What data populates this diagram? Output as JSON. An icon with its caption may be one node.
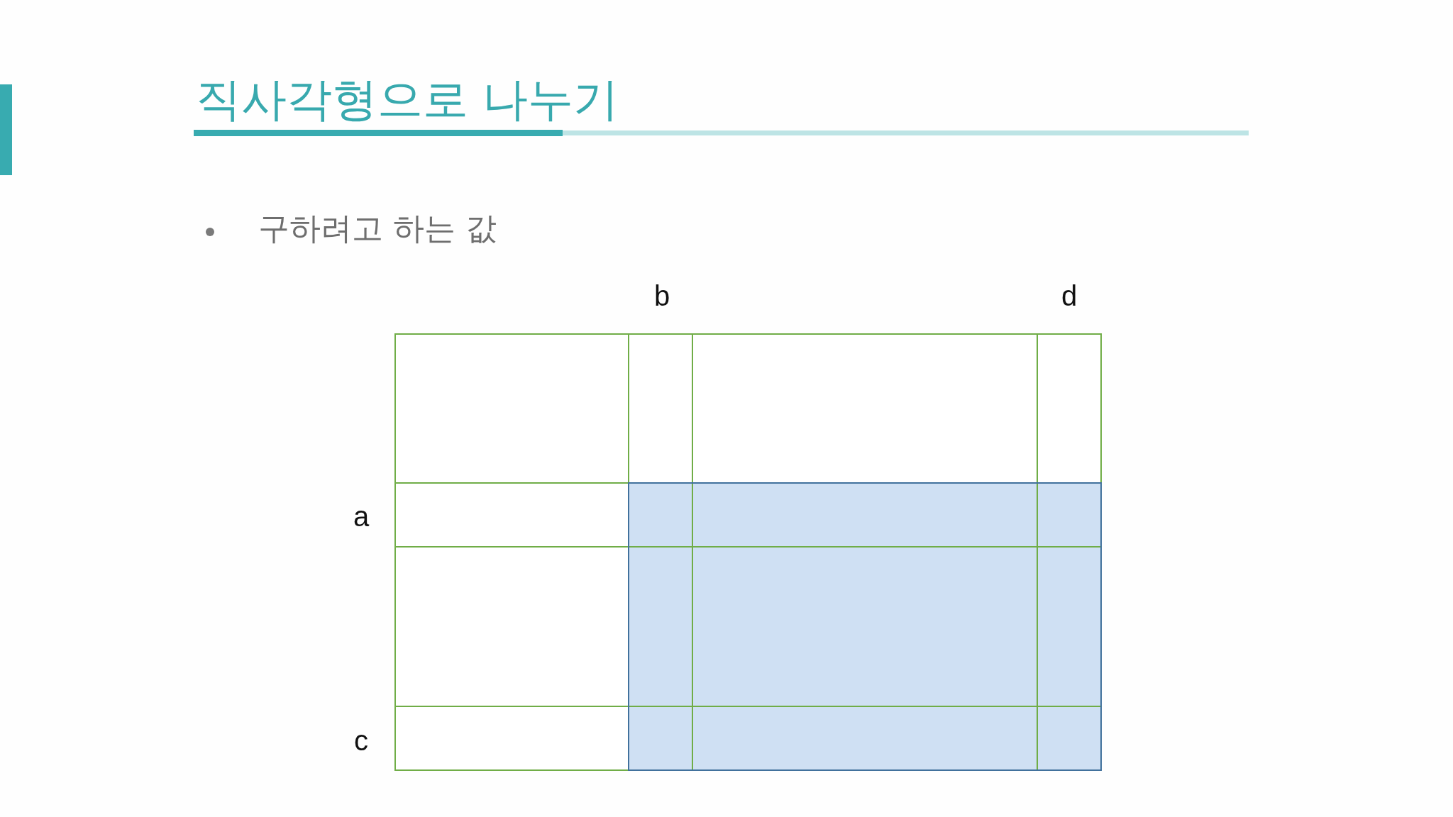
{
  "diagram": {
    "title": "직사각형으로 나누기",
    "labels": [
      "구하려고 하는 값",
      "b",
      "d",
      "a",
      "c"
    ]
  }
}
